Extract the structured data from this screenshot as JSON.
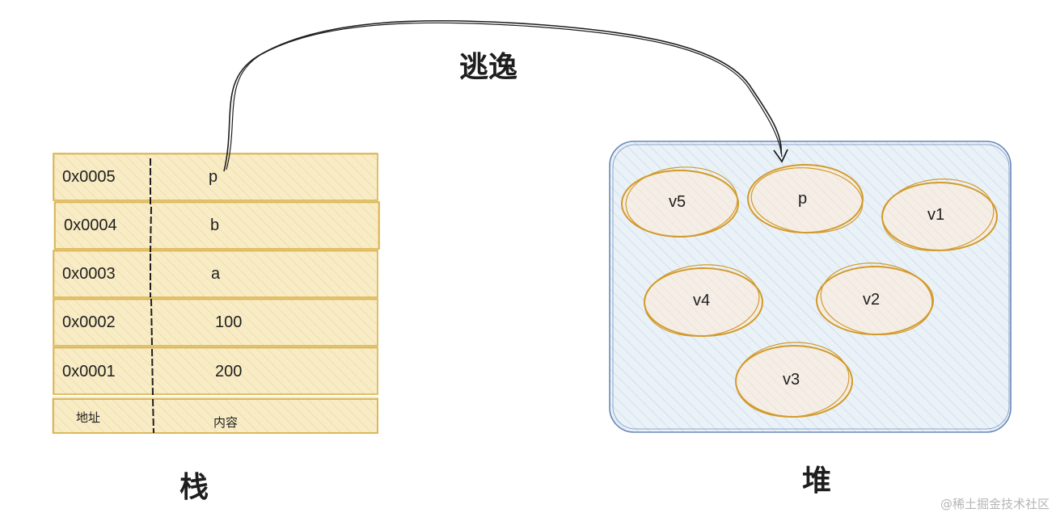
{
  "diagram": {
    "escape_label": "逃逸",
    "stack_title": "栈",
    "heap_title": "堆",
    "stack": {
      "header": {
        "address": "地址",
        "content": "内容"
      },
      "rows": [
        {
          "address": "0x0005",
          "content": "p"
        },
        {
          "address": "0x0004",
          "content": "b"
        },
        {
          "address": "0x0003",
          "content": "a"
        },
        {
          "address": "0x0002",
          "content": "100"
        },
        {
          "address": "0x0001",
          "content": "200"
        }
      ]
    },
    "heap": {
      "objects": [
        "v5",
        "p",
        "v1",
        "v4",
        "v2",
        "v3"
      ]
    },
    "colors": {
      "stack_fill": "#f8ecc7",
      "stack_stroke": "#d9b24b",
      "heap_fill": "#eaf2f8",
      "heap_stroke": "#6a86b8",
      "blob_fill": "#f5eee6",
      "blob_stroke": "#d39a2a",
      "ink": "#1e1e1e"
    }
  },
  "watermark": "@稀土掘金技术社区"
}
